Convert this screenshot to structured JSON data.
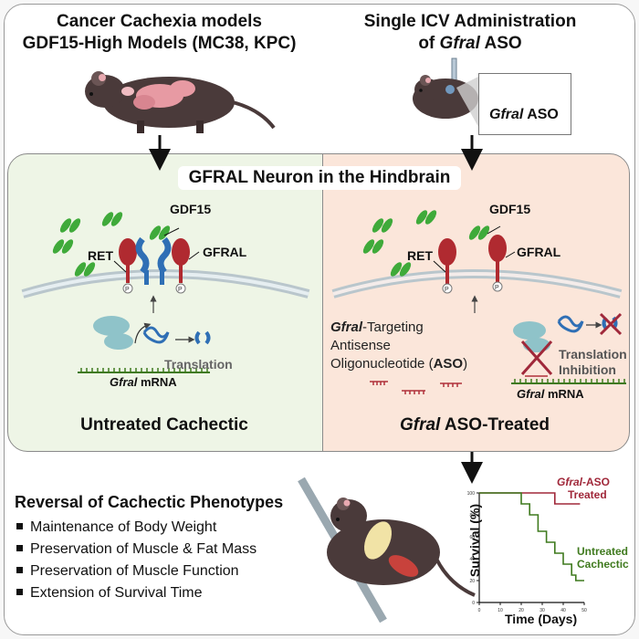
{
  "top_left": {
    "title_line1": "Cancer Cachexia models",
    "title_line2": "GDF15-High Models (MC38, KPC)"
  },
  "top_right": {
    "title_line1": "Single ICV Administration",
    "title_line2_prefix": "of ",
    "title_line2_italic": "Gfral",
    "title_line2_suffix": " ASO",
    "aso_box_italic": "Gfral",
    "aso_box_suffix": " ASO"
  },
  "hindbrain_title": "GFRAL Neuron in the Hindbrain",
  "left_panel": {
    "gdf15": "GDF15",
    "ret": "RET",
    "gfral": "GFRAL",
    "translation": "Translation",
    "mrna_italic": "Gfral",
    "mrna_suffix": " mRNA",
    "caption": "Untreated Cachectic"
  },
  "right_panel": {
    "gdf15": "GDF15",
    "ret": "RET",
    "gfral": "GFRAL",
    "targeting_italic": "Gfral",
    "targeting_suffix": "-Targeting",
    "antisense": "Antisense",
    "oligo_prefix": "Oligonucleotide (",
    "oligo_bold": "ASO",
    "oligo_suffix": ")",
    "translation": "Translation",
    "inhibition": "Inhibition",
    "mrna_italic": "Gfral",
    "mrna_suffix": " mRNA",
    "caption_italic": "Gfral",
    "caption_suffix": " ASO-Treated"
  },
  "bottom": {
    "heading": "Reversal of Cachectic Phenotypes",
    "bullets": [
      "Maintenance of Body Weight",
      "Preservation of Muscle & Fat Mass",
      "Preservation of Muscle Function",
      "Extension of Survival Time"
    ]
  },
  "chart_data": {
    "type": "line",
    "title": "",
    "xlabel": "Time (Days)",
    "ylabel": "Survival (%)",
    "xlim": [
      0,
      50
    ],
    "ylim": [
      0,
      100
    ],
    "x_ticks": [
      "0",
      "10",
      "20",
      "30",
      "40",
      "50"
    ],
    "y_ticks": [
      "0",
      "20",
      "40",
      "60",
      "80",
      "100"
    ],
    "grid": false,
    "series": [
      {
        "name_italic": "Gfral",
        "name_suffix": "-ASO",
        "name_line2": "Treated",
        "color": "#a0283a",
        "x": [
          0,
          36,
          36,
          48
        ],
        "y": [
          100,
          100,
          90,
          90
        ]
      },
      {
        "name_line1": "Untreated",
        "name_line2": "Cachectic",
        "color": "#3f7a1e",
        "x": [
          0,
          20,
          20,
          24,
          24,
          28,
          28,
          32,
          32,
          36,
          36,
          40,
          40,
          44,
          44,
          46,
          46,
          50
        ],
        "y": [
          100,
          100,
          90,
          90,
          80,
          80,
          65,
          65,
          55,
          55,
          45,
          45,
          35,
          35,
          25,
          25,
          20,
          20
        ]
      }
    ]
  },
  "colors": {
    "left_panel_bg": "#eef5e6",
    "right_panel_bg": "#fbe6da",
    "gdf15_green": "#3faa3a",
    "gfral_red": "#b02a30",
    "ret_blue": "#2f6fb5",
    "aso_red": "#b0303a"
  }
}
